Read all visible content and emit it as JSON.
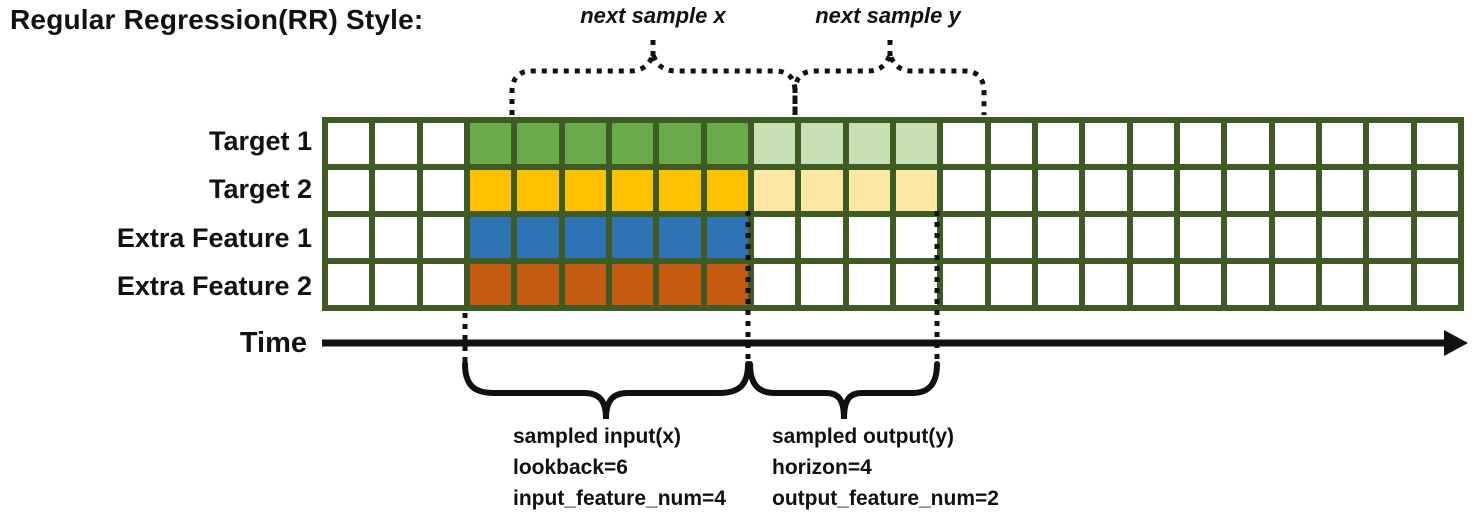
{
  "title": "Regular Regression(RR) Style:",
  "annotations": {
    "next_sample_x": "next sample x",
    "next_sample_y": "next sample y"
  },
  "palette": {
    "grid_border": "#3E5B23",
    "white": "#FFFFFF",
    "green": "#6AAA4B",
    "light_green": "#C6E0B4",
    "yellow": "#FFC000",
    "light_yellow": "#FCE8A4",
    "blue": "#2E74B5",
    "orange": "#C55A11",
    "line_black": "#111111"
  },
  "grid": {
    "columns_total": 24,
    "lead_in_columns": 3,
    "lookback_columns": 6,
    "horizon_columns": 4,
    "rows": [
      {
        "label": "Target 1",
        "lookback_color": "green",
        "horizon_color": "light_green"
      },
      {
        "label": "Target 2",
        "lookback_color": "yellow",
        "horizon_color": "light_yellow"
      },
      {
        "label": "Extra Feature 1",
        "lookback_color": "blue",
        "horizon_color": "white"
      },
      {
        "label": "Extra Feature 2",
        "lookback_color": "orange",
        "horizon_color": "white"
      }
    ]
  },
  "time_axis": {
    "label": "Time"
  },
  "samples": {
    "input": {
      "lines": [
        "sampled input(x)",
        "lookback=6",
        "input_feature_num=4"
      ]
    },
    "output": {
      "lines": [
        "sampled output(y)",
        "horizon=4",
        "output_feature_num=2"
      ]
    }
  }
}
